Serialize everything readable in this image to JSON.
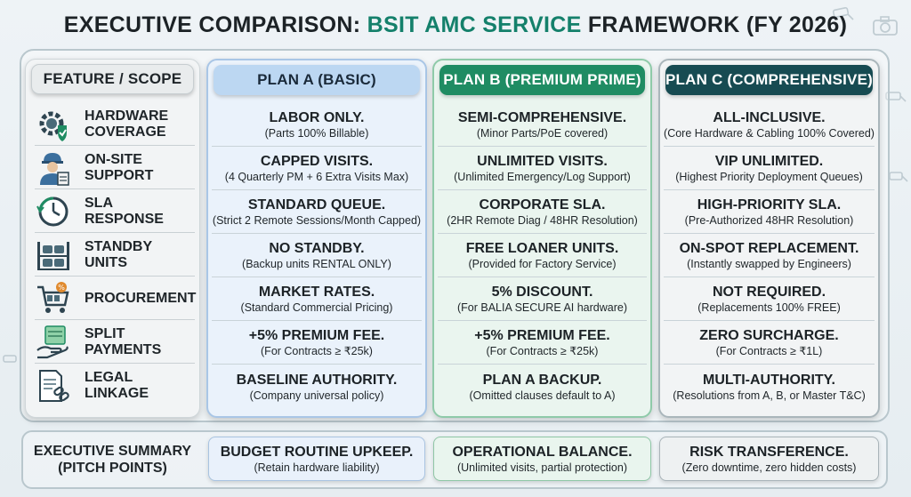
{
  "title": {
    "prefix": "EXECUTIVE COMPARISON:",
    "accent": "BSIT AMC SERVICE",
    "suffix": "FRAMEWORK (FY 2026)"
  },
  "colors": {
    "accent_green": "#14806b",
    "plan_a_header": "#bcd7f2",
    "plan_b_header": "#1f8c63",
    "plan_c_header": "#174b52"
  },
  "headers": {
    "feature": "FEATURE / SCOPE",
    "plan_a": "PLAN A (BASIC)",
    "plan_b": "PLAN B (PREMIUM PRIME)",
    "plan_c": "PLAN C (COMPREHENSIVE)"
  },
  "features": [
    {
      "label": "HARDWARE\nCOVERAGE",
      "icon": "gear-shield-icon"
    },
    {
      "label": "ON-SITE\nSUPPORT",
      "icon": "technician-icon"
    },
    {
      "label": "SLA RESPONSE",
      "icon": "clock-icon"
    },
    {
      "label": "STANDBY\nUNITS",
      "icon": "camera-shelf-icon"
    },
    {
      "label": "PROCUREMENT",
      "icon": "cart-icon"
    },
    {
      "label": "SPLIT\nPAYMENTS",
      "icon": "hand-bill-icon"
    },
    {
      "label": "LEGAL LINKAGE",
      "icon": "document-link-icon"
    }
  ],
  "plan_a": [
    {
      "main": "LABOR ONLY.",
      "sub": "(Parts 100% Billable)"
    },
    {
      "main": "CAPPED VISITS.",
      "sub": "(4 Quarterly PM + 6 Extra Visits Max)"
    },
    {
      "main": "STANDARD QUEUE.",
      "sub": "(Strict 2 Remote Sessions/Month Capped)"
    },
    {
      "main": "NO STANDBY.",
      "sub": "(Backup units RENTAL ONLY)"
    },
    {
      "main": "MARKET RATES.",
      "sub": "(Standard Commercial Pricing)"
    },
    {
      "main": "+5% PREMIUM FEE.",
      "sub": "(For Contracts ≥ ₹25k)"
    },
    {
      "main": "BASELINE AUTHORITY.",
      "sub": "(Company universal policy)"
    }
  ],
  "plan_b": [
    {
      "main": "SEMI-COMPREHENSIVE.",
      "sub": "(Minor Parts/PoE covered)"
    },
    {
      "main": "UNLIMITED VISITS.",
      "sub": "(Unlimited Emergency/Log Support)"
    },
    {
      "main": "CORPORATE SLA.",
      "sub": "(2HR Remote Diag / 48HR Resolution)"
    },
    {
      "main": "FREE LOANER UNITS.",
      "sub": "(Provided for Factory Service)"
    },
    {
      "main": "5% DISCOUNT.",
      "sub": "(For BALIA SECURE AI hardware)"
    },
    {
      "main": "+5% PREMIUM FEE.",
      "sub": "(For Contracts ≥ ₹25k)"
    },
    {
      "main": "PLAN A BACKUP.",
      "sub": "(Omitted clauses default to A)"
    }
  ],
  "plan_c": [
    {
      "main": "ALL-INCLUSIVE.",
      "sub": "(Core Hardware & Cabling 100% Covered)"
    },
    {
      "main": "VIP UNLIMITED.",
      "sub": "(Highest Priority Deployment Queues)"
    },
    {
      "main": "HIGH-PRIORITY SLA.",
      "sub": "(Pre-Authorized 48HR Resolution)"
    },
    {
      "main": "ON-SPOT REPLACEMENT.",
      "sub": "(Instantly swapped by Engineers)"
    },
    {
      "main": "NOT REQUIRED.",
      "sub": "(Replacements 100% FREE)"
    },
    {
      "main": "ZERO SURCHARGE.",
      "sub": "(For Contracts ≥ ₹1L)"
    },
    {
      "main": "MULTI-AUTHORITY.",
      "sub": "(Resolutions from A, B, or Master T&C)"
    }
  ],
  "summary": {
    "label": "EXECUTIVE SUMMARY\n(PITCH POINTS)",
    "plan_a": {
      "main": "BUDGET ROUTINE UPKEEP.",
      "sub": "(Retain hardware liability)"
    },
    "plan_b": {
      "main": "OPERATIONAL BALANCE.",
      "sub": "(Unlimited visits, partial protection)"
    },
    "plan_c": {
      "main": "RISK TRANSFERENCE.",
      "sub": "(Zero downtime, zero hidden costs)"
    }
  }
}
